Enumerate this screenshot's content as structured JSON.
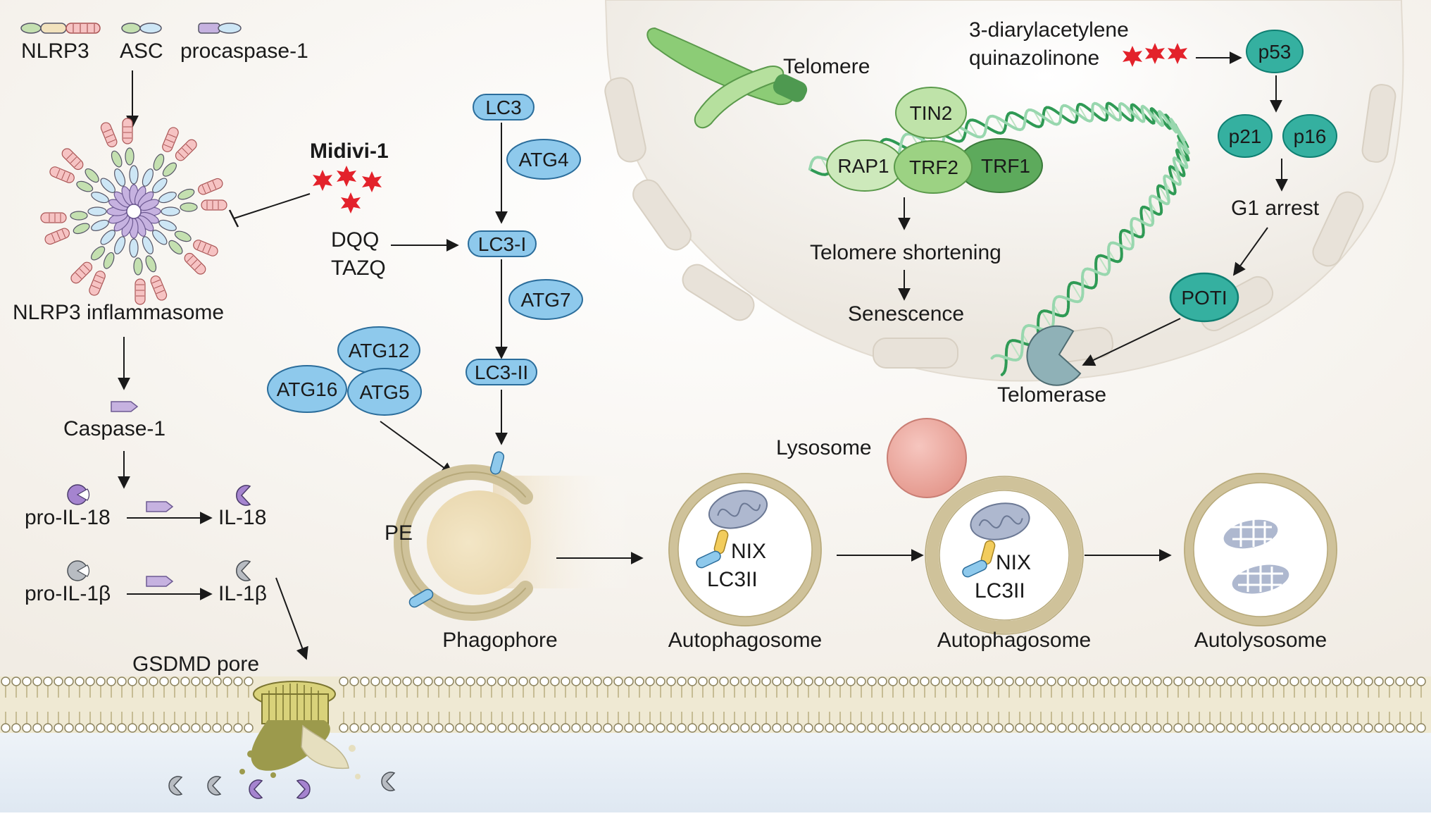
{
  "inflammasome": {
    "components": [
      "NLRP3",
      "ASC",
      "procaspase-1"
    ],
    "complex_label": "NLRP3 inflammasome",
    "caspase_label": "Caspase-1",
    "pro_il18": "pro-IL-18",
    "il18": "IL-18",
    "pro_il1b": "pro-IL-1β",
    "il1b": "IL-1β",
    "pore_label": "GSDMD pore"
  },
  "inhibitors": {
    "midivi": "Midivi-1",
    "dqq": "DQQ",
    "tazq": "TAZQ"
  },
  "autophagy": {
    "lc3": "LC3",
    "atg4": "ATG4",
    "lc3_i": "LC3-I",
    "atg7": "ATG7",
    "lc3_ii": "LC3-II",
    "atg12": "ATG12",
    "atg16": "ATG16",
    "atg5": "ATG5",
    "pe": "PE",
    "phagophore": "Phagophore",
    "autophagosome_1": "Autophagosome",
    "autophagosome_2": "Autophagosome",
    "autolysosome": "Autolysosome",
    "lysosome": "Lysosome",
    "nix_1": "NIX",
    "lc3ii_1": "LC3II",
    "nix_2": "NIX",
    "lc3ii_2": "LC3II"
  },
  "telomere": {
    "telomere_label": "Telomere",
    "tin2": "TIN2",
    "rap1": "RAP1",
    "trf2": "TRF2",
    "trf1": "TRF1",
    "shortening": "Telomere shortening",
    "senescence": "Senescence",
    "drug_line1": "3-diarylacetylene",
    "drug_line2": "quinazolinone",
    "p53": "p53",
    "p21": "p21",
    "p16": "p16",
    "g1_arrest": "G1 arrest",
    "pot1": "POTI",
    "telomerase": "Telomerase"
  },
  "colors": {
    "blue_node": "#8ec9ec",
    "blue_stroke": "#2b6d9b",
    "green_light": "#bfe3a9",
    "green_mid": "#9cd283",
    "green_dark": "#5daa5c",
    "teal": "#35b0a0",
    "teal_dark": "#0f7f72",
    "star_red": "#e3222b",
    "membrane": "#c8c19a",
    "purple": "#9c7fc2"
  }
}
